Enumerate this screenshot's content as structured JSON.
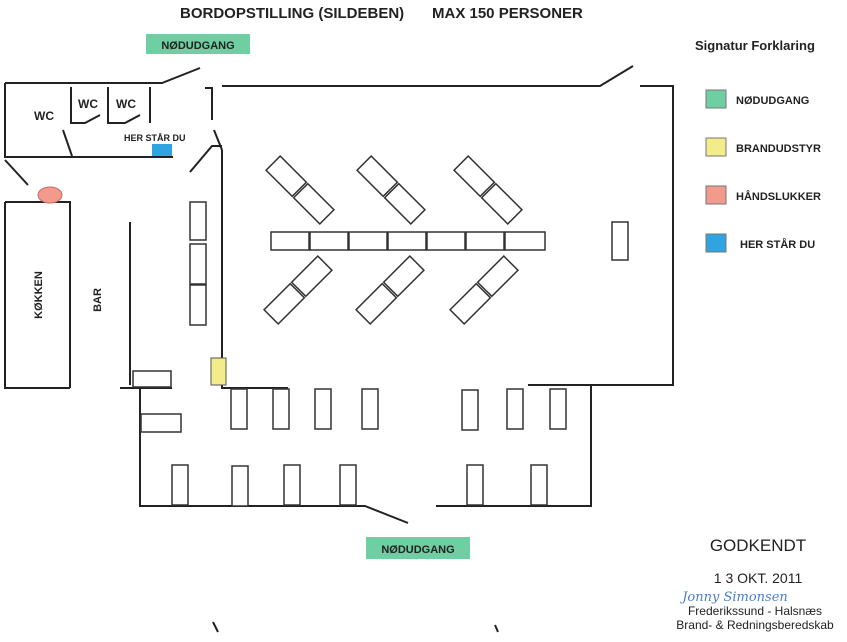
{
  "title": "BORDOPSTILLING (SILDEBEN)",
  "capacity": "MAX 150 PERSONER",
  "exits": {
    "top": "NØDUDGANG",
    "bottom": "NØDUDGANG"
  },
  "rooms": {
    "wc1": "WC",
    "wc2": "WC",
    "wc3": "WC",
    "kitchen": "KØKKEN",
    "bar": "BAR",
    "you_are_here": "HER STÅR DU"
  },
  "legend": {
    "title": "Signatur Forklaring",
    "items": [
      {
        "label": "NØDUDGANG",
        "color": "#6fcfa3"
      },
      {
        "label": "BRANDUDSTYR",
        "color": "#f3ec8a"
      },
      {
        "label": "HÅNDSLUKKER",
        "color": "#f29a8c"
      },
      {
        "label": "HER STÅR DU",
        "color": "#2fa4e0"
      }
    ]
  },
  "stamp": {
    "status": "GODKENDT",
    "date": "1 3 OKT. 2011",
    "signature": "Jonny Simonsen",
    "org_line1": "Frederikssund - Halsnæs",
    "org_line2": "Brand- & Redningsberedskab"
  }
}
